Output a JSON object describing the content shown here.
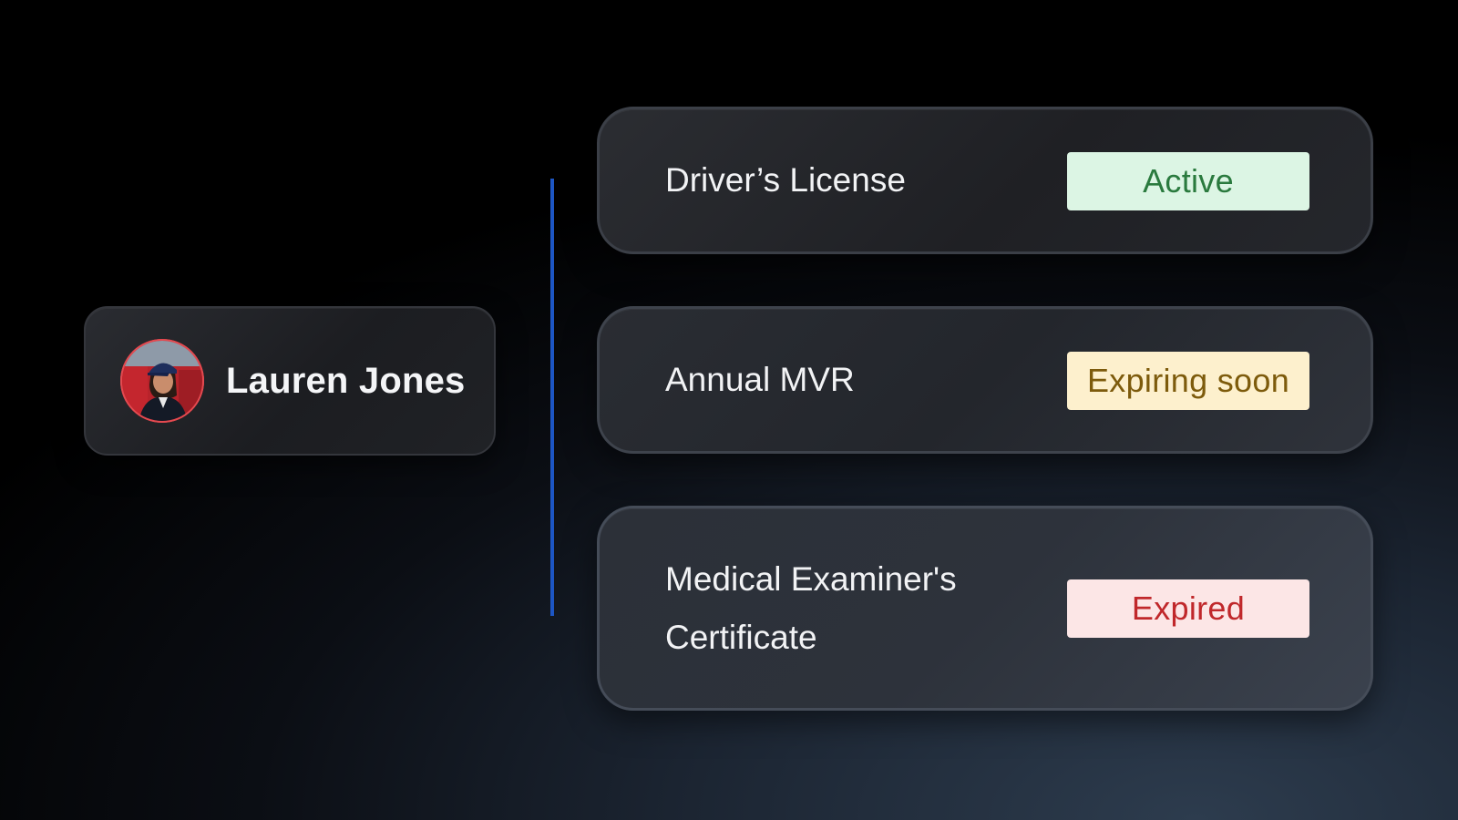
{
  "driver": {
    "name": "Lauren Jones",
    "avatar_icon": "driver-photo-avatar"
  },
  "documents": [
    {
      "title": "Driver’s License",
      "status": "Active",
      "status_bg": "#dcf5e4",
      "status_color": "#2a7a3e"
    },
    {
      "title": "Annual MVR",
      "status": "Expiring soon",
      "status_bg": "#fdf0cd",
      "status_color": "#7d5b0c"
    },
    {
      "title": "Medical Examiner's Certificate",
      "status": "Expired",
      "status_bg": "#fce6e6",
      "status_color": "#c0282b"
    }
  ],
  "colors": {
    "connector": "#1f63d8"
  }
}
